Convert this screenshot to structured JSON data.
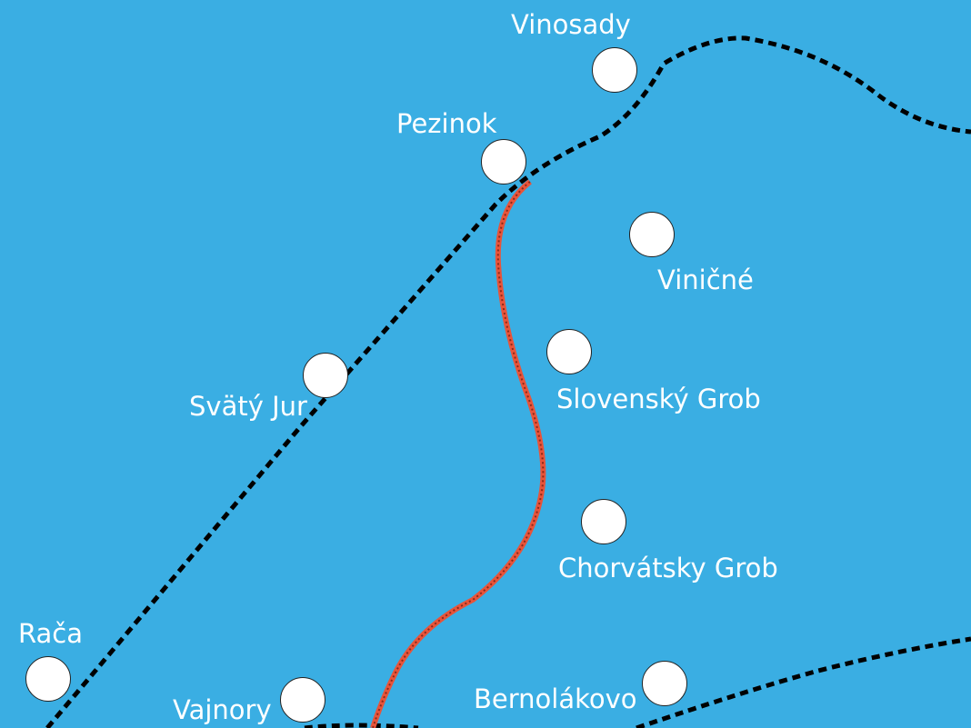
{
  "map": {
    "background_color": "#3aaee3",
    "rail_color": "#000000",
    "route_color": "#e8543a",
    "dot_color": "#ffffff"
  },
  "towns": {
    "vinosady": "Vinosady",
    "pezinok": "Pezinok",
    "vinicne": "Viničné",
    "svaty_jur": "Svätý Jur",
    "slovensky_grob": "Slovenský Grob",
    "chorvatsky_grob": "Chorvátsky Grob",
    "raca": "Rača",
    "vajnory": "Vajnory",
    "bernolakovo": "Bernolákovo"
  }
}
